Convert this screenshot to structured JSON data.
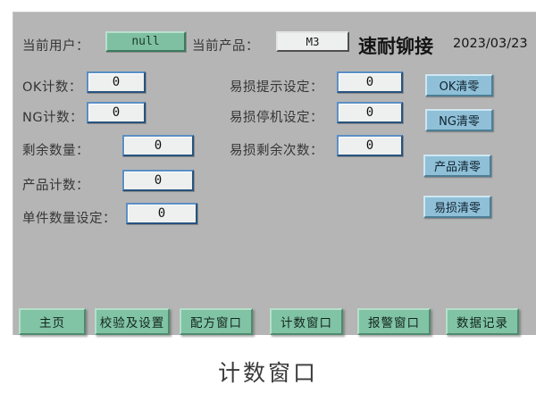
{
  "header": {
    "user_label": "当前用户：",
    "user_value": "null",
    "product_label": "当前产品：",
    "product_value": "M3",
    "title": "速耐铆接",
    "date": "2023/03/23"
  },
  "left_fields": [
    {
      "label": "OK计数：",
      "value": "0"
    },
    {
      "label": "NG计数：",
      "value": "0"
    },
    {
      "label": "剩余数量：",
      "value": "0"
    },
    {
      "label": "产品计数：",
      "value": "0"
    },
    {
      "label": "单件数量设定：",
      "value": "0"
    }
  ],
  "right_fields": [
    {
      "label": "易损提示设定：",
      "value": "0"
    },
    {
      "label": "易损停机设定：",
      "value": "0"
    },
    {
      "label": "易损剩余次数：",
      "value": "0"
    }
  ],
  "clear_buttons": [
    {
      "label": "OK清零"
    },
    {
      "label": "NG清零"
    },
    {
      "label": "产品清零"
    },
    {
      "label": "易损清零"
    }
  ],
  "nav_buttons": [
    {
      "label": "主页"
    },
    {
      "label": "校验及设置"
    },
    {
      "label": "配方窗口"
    },
    {
      "label": "计数窗口"
    },
    {
      "label": "报警窗口"
    },
    {
      "label": "数据记录"
    }
  ],
  "caption": "计数窗口",
  "colors": {
    "panel_bg": "#b5b5b5",
    "green_button": "#81c3a5",
    "blue_button": "#8fc0d8",
    "field_bg": "#eef0ef",
    "field_border": "#27537f",
    "text": "#353535"
  }
}
